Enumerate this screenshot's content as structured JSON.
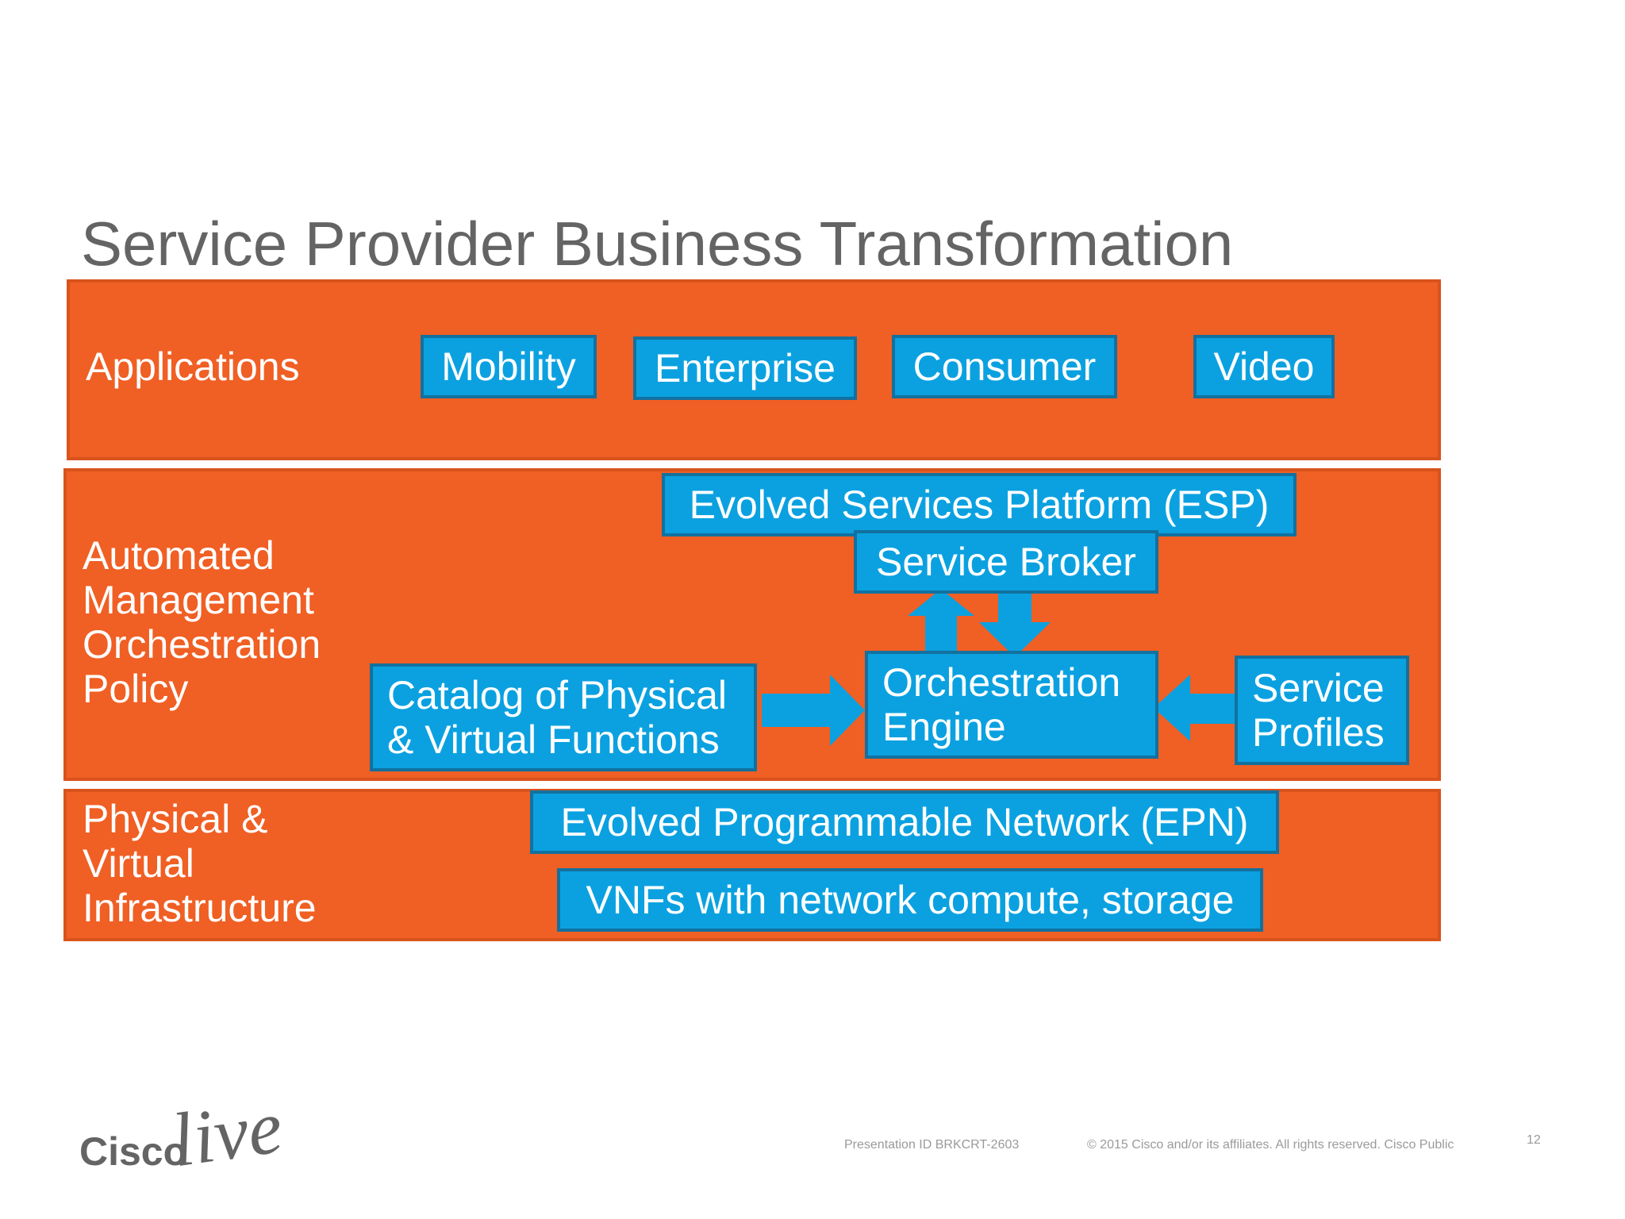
{
  "title": "Service Provider Business Transformation",
  "layers": {
    "applications": {
      "label": "Applications",
      "boxes": [
        "Mobility",
        "Enterprise",
        "Consumer",
        "Video"
      ]
    },
    "management": {
      "label": "Automated\nManagement\nOrchestration\nPolicy",
      "esp": "Evolved Services Platform (ESP)",
      "broker": "Service Broker",
      "catalog": "Catalog of Physical\n& Virtual Functions",
      "engine": "Orchestration\nEngine",
      "profiles": "Service\nProfiles"
    },
    "infrastructure": {
      "label": "Physical &\nVirtual\nInfrastructure",
      "epn": "Evolved Programmable Network (EPN)",
      "vnfs": "VNFs with network compute, storage"
    }
  },
  "footer": {
    "logo_text_cisco": "Cisco",
    "logo_text_live": "live!",
    "presentation_id": "Presentation ID BRKCRT-2603",
    "copyright": "© 2015  Cisco and/or its affiliates. All rights reserved.   Cisco Public",
    "page_number": "12"
  },
  "colors": {
    "band": "#F05F24",
    "box": "#0BA1E0",
    "box_border": "#12719F",
    "title": "#646464"
  }
}
